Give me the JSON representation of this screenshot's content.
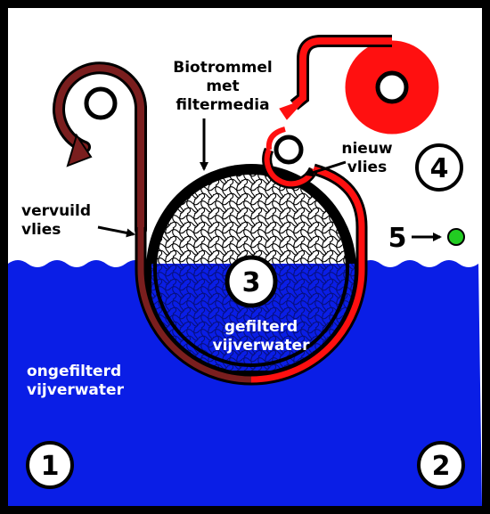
{
  "labels": {
    "biotrommel_line1": "Biotrommel",
    "biotrommel_line2": "met",
    "biotrommel_line3": "filtermedia",
    "nieuw_line1": "nieuw",
    "nieuw_line2": "vlies",
    "vervuild_line1": "vervuild",
    "vervuild_line2": "vlies",
    "gefilterd_line1": "gefilterd",
    "gefilterd_line2": "vijverwater",
    "ongefilterd_line1": "ongefilterd",
    "ongefilterd_line2": "vijverwater"
  },
  "numbers": {
    "n1": "1",
    "n2": "2",
    "n3": "3",
    "n4": "4",
    "n5": "5"
  },
  "colors": {
    "water": "#0a1ee6",
    "border": "#000000",
    "clean_fleece": "#ff1010",
    "dirty_fleece": "#7a1e1e",
    "sensor": "#22cc22",
    "label_light": "#ffffff"
  }
}
